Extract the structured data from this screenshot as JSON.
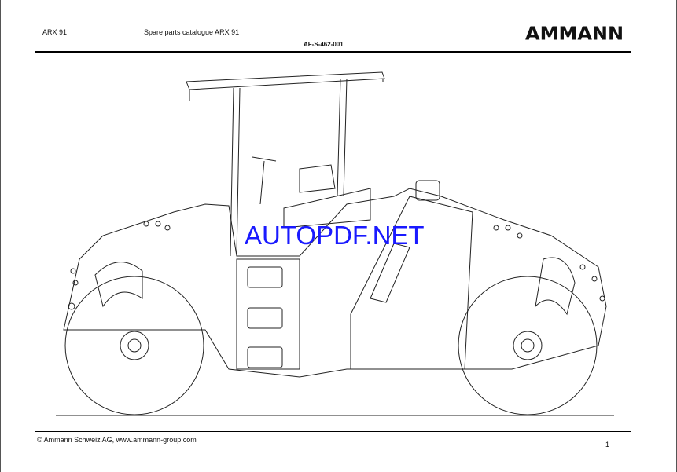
{
  "header": {
    "model": "ARX 91",
    "title": "Spare parts catalogue ARX 91",
    "doc_code": "AF-S-462-001",
    "logo": "AMMANN"
  },
  "watermark": "AUTOPDF.NET",
  "footer": {
    "copyright": "© Ammann Schweiz AG, www.ammann-group.com",
    "page_number": "1"
  }
}
